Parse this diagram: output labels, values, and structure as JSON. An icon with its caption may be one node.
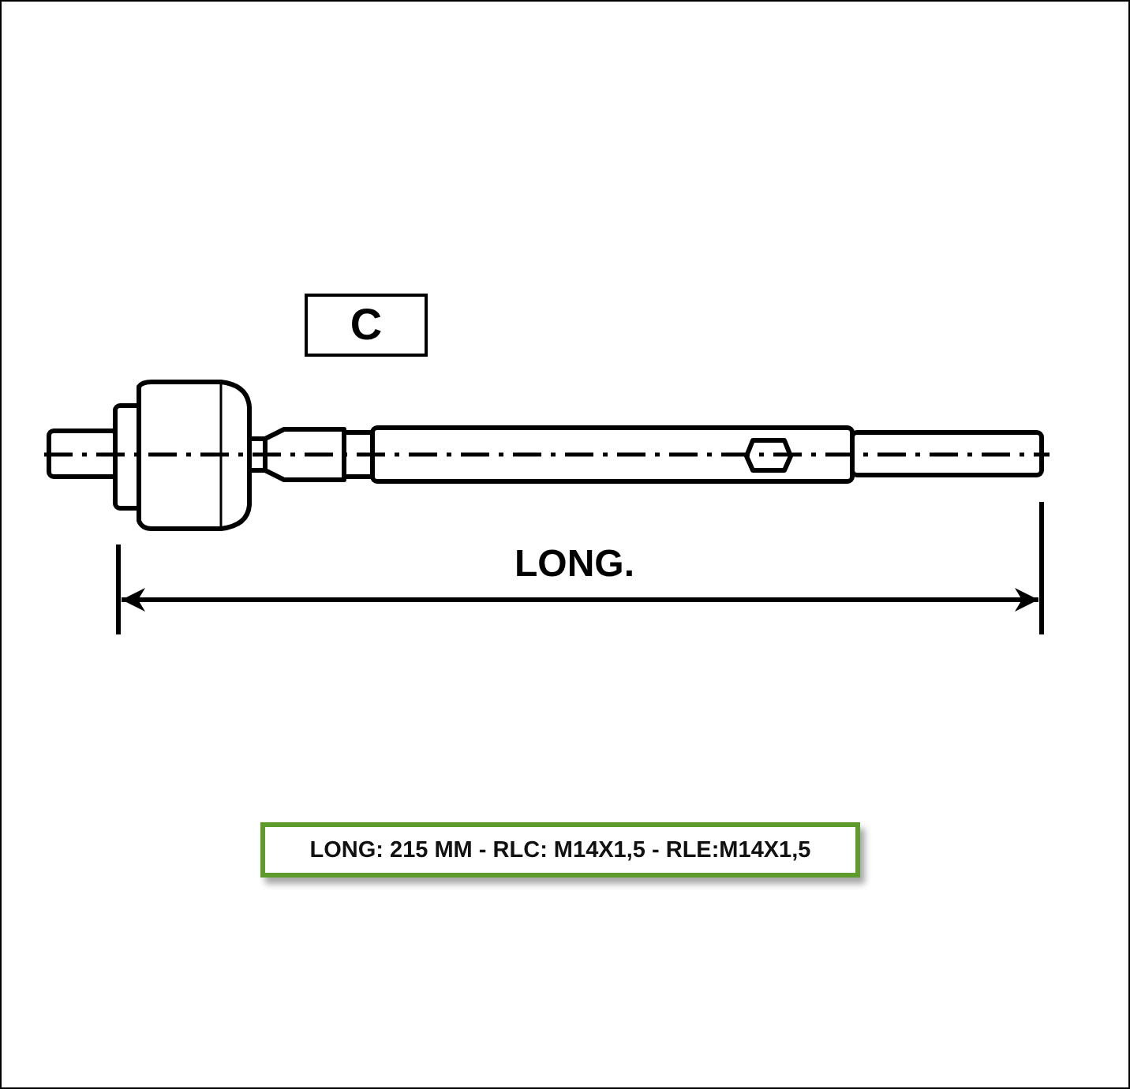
{
  "diagram": {
    "nodes": [
      {
        "text": [
          "C"
        ]
      },
      {
        "text": [
          "LONG: 215 MM - RLC: M14X1,5 - RLE:M14X1,5"
        ]
      }
    ],
    "labels": [
      "LONG."
    ]
  }
}
